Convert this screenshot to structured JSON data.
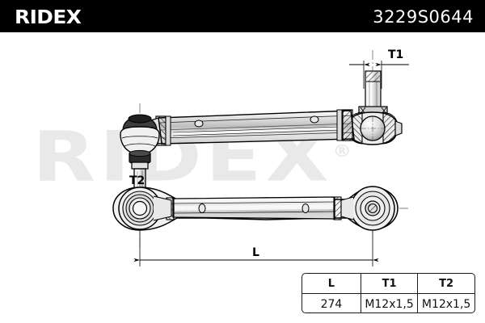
{
  "header": {
    "brand": "RIDEX",
    "part_number": "3229S0644",
    "background_color": "#000000",
    "text_color": "#ffffff"
  },
  "watermark": {
    "text": "RIDEX",
    "registered_mark": "®",
    "color": "#e9e9e9"
  },
  "drawing": {
    "title": "Track control arm technical drawing",
    "views": [
      {
        "name": "side-elevation-view",
        "description": "Control arm side view with ball joints at both ends"
      },
      {
        "name": "plan-view",
        "description": "Control arm top view with circular ball joint housings"
      }
    ],
    "dimension_labels": {
      "t1": "T1",
      "t2": "T2",
      "l": "L"
    },
    "line_color": "#000000",
    "fill_color": "#d9d9d9"
  },
  "spec_table": {
    "headers": [
      "L",
      "T1",
      "T2"
    ],
    "rows": [
      [
        "274",
        "M12x1,5",
        "M12x1,5"
      ]
    ]
  }
}
